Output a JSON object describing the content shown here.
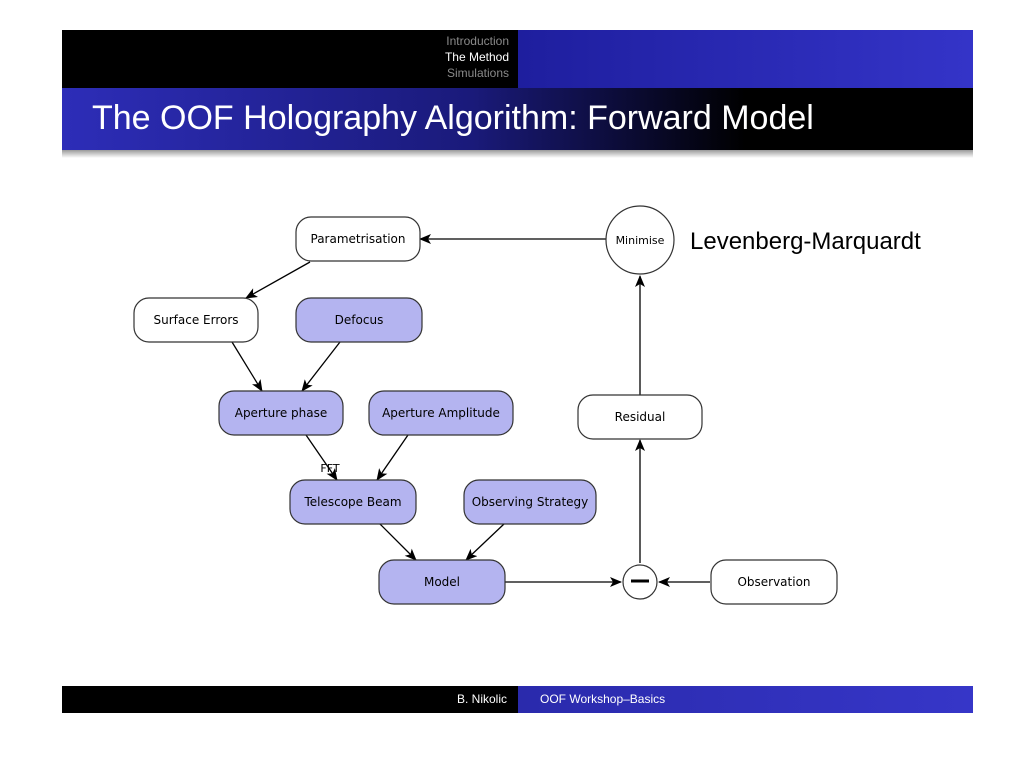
{
  "header": {
    "nav": [
      "Introduction",
      "The Method",
      "Simulations"
    ],
    "active_index": 1,
    "title": "The OOF Holography Algorithm: Forward Model"
  },
  "diagram": {
    "nodes": {
      "parametrisation": "Parametrisation",
      "minimise": "Minimise",
      "surface_errors": "Surface Errors",
      "defocus": "Defocus",
      "aperture_phase": "Aperture phase",
      "aperture_amplitude": "Aperture Amplitude",
      "residual": "Residual",
      "telescope_beam": "Telescope Beam",
      "observing_strategy": "Observing Strategy",
      "model": "Model",
      "observation": "Observation"
    },
    "edge_labels": {
      "fft": "FFT"
    },
    "side_label": "Levenberg-Marquardt",
    "colors": {
      "filled": "#b4b4f0",
      "unfilled": "#ffffff",
      "stroke": "#333333"
    }
  },
  "footer": {
    "author": "B. Nikolic",
    "talk": "OOF Workshop–Basics"
  }
}
